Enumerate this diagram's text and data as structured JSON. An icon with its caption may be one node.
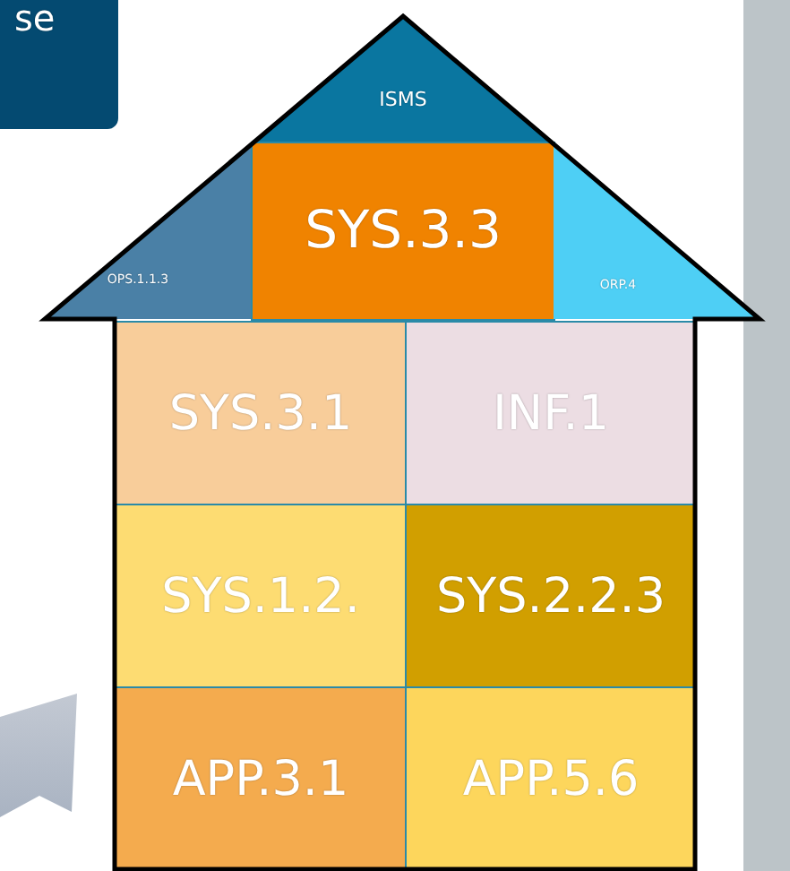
{
  "diagram": {
    "nodes": [
      {
        "text": [
          "se"
        ]
      },
      {
        "text": [],
        "shape": "house"
      },
      {
        "text": [
          "ISMS"
        ],
        "in": 1
      },
      {
        "text": [
          "OPS.1.1.3"
        ],
        "in": 1
      },
      {
        "text": [
          "SYS.3.3"
        ],
        "in": 1
      },
      {
        "text": [
          "ORP.4"
        ],
        "in": 1
      },
      {
        "text": [
          "SYS.3.1"
        ],
        "in": 1
      },
      {
        "text": [
          "INF.1"
        ],
        "in": 1
      },
      {
        "text": [
          "SYS.1.2."
        ],
        "in": 1
      },
      {
        "text": [
          "SYS.2.2.3"
        ],
        "in": 1
      },
      {
        "text": [
          "APP.3.1"
        ],
        "in": 1
      },
      {
        "text": [
          "APP.5.6"
        ],
        "in": 1
      },
      {
        "text": [],
        "shape": "arrow"
      },
      {
        "text": [],
        "shape": "bar"
      }
    ]
  }
}
